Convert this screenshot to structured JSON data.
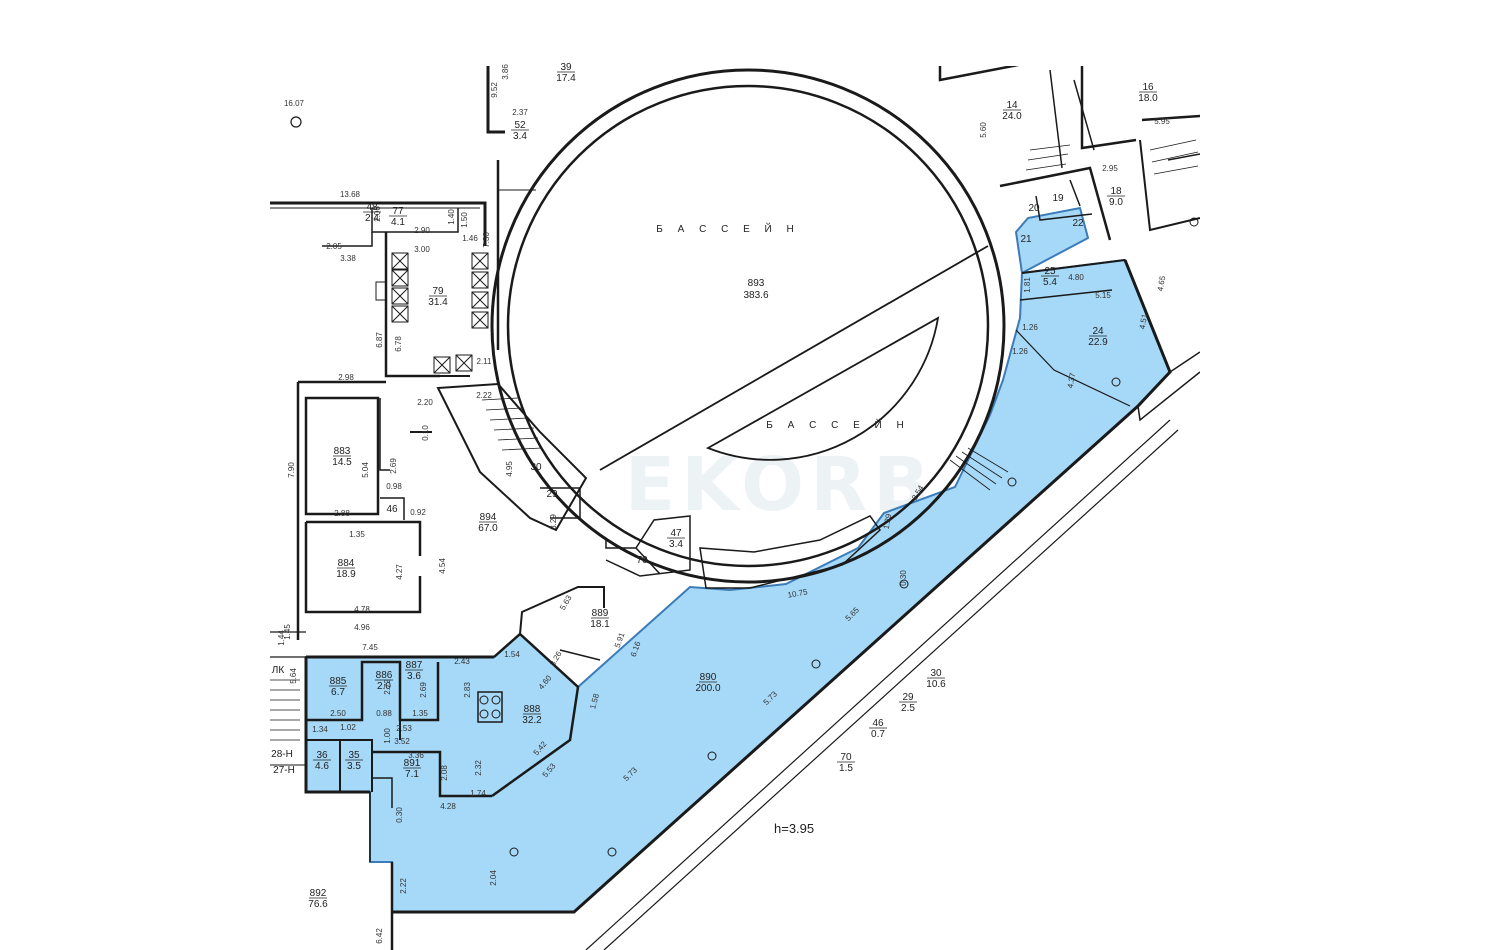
{
  "watermark": "EKORB",
  "ceiling_height": "h=3.95",
  "pool": {
    "label_upper": "Б А С С Е Й Н",
    "label_lower": "Б А С С Е Й Н",
    "number": "893",
    "area": "383.6"
  },
  "colors": {
    "highlight_fill": "#a6d8f7",
    "highlight_stroke": "#3a7bb8",
    "wall": "#1a1a1a",
    "watermark": "#dfe8ee"
  },
  "rooms": [
    {
      "id": "890",
      "num": "890",
      "area": "200.0"
    },
    {
      "id": "888",
      "num": "888",
      "area": "32.2"
    },
    {
      "id": "889",
      "num": "889",
      "area": "18.1"
    },
    {
      "id": "885",
      "num": "885",
      "area": "6.7"
    },
    {
      "id": "886",
      "num": "886",
      "area": "2.0"
    },
    {
      "id": "887",
      "num": "887",
      "area": "3.6"
    },
    {
      "id": "891",
      "num": "891",
      "area": "7.1"
    },
    {
      "id": "36",
      "num": "36",
      "area": "4.6"
    },
    {
      "id": "35",
      "num": "35",
      "area": "3.5"
    },
    {
      "id": "892",
      "num": "892",
      "area": "76.6"
    },
    {
      "id": "883",
      "num": "883",
      "area": "14.5"
    },
    {
      "id": "884",
      "num": "884",
      "area": "18.9"
    },
    {
      "id": "894",
      "num": "894",
      "area": "67.0"
    },
    {
      "id": "79",
      "num": "79",
      "area": "31.4"
    },
    {
      "id": "77",
      "num": "77",
      "area": "4.1"
    },
    {
      "id": "48",
      "num": "48",
      "area": "2.4"
    },
    {
      "id": "52",
      "num": "52",
      "area": "3.4"
    },
    {
      "id": "39",
      "num": "39",
      "area": "17.4"
    },
    {
      "id": "47",
      "num": "47",
      "area": "3.4"
    },
    {
      "id": "24",
      "num": "24",
      "area": "22.9"
    },
    {
      "id": "25",
      "num": "25",
      "area": "5.4"
    },
    {
      "id": "14",
      "num": "14",
      "area": "24.0"
    },
    {
      "id": "16",
      "num": "16",
      "area": "18.0"
    },
    {
      "id": "18",
      "num": "18",
      "area": "9.0"
    },
    {
      "id": "30o",
      "num": "30",
      "area": "10.6"
    },
    {
      "id": "29o",
      "num": "29",
      "area": "2.5"
    },
    {
      "id": "46o",
      "num": "46",
      "area": "0.7"
    },
    {
      "id": "70o",
      "num": "70",
      "area": "1.5"
    }
  ],
  "small_labels": {
    "r30": "30",
    "r29": "29",
    "r46": "46",
    "r70": "70",
    "r20": "20",
    "r19": "19",
    "r21": "21",
    "r22": "22",
    "r28n": "28-Н",
    "r27n": "27-Н",
    "rlk": "ЛК"
  },
  "dims": [
    "16.07",
    "13.68",
    "9.52",
    "3.86",
    "2.37",
    "2.06",
    "2.90",
    "1.40",
    "1.50",
    "1.46",
    "3.00",
    "2.05",
    "3.38",
    "7.36",
    "6.87",
    "6.78",
    "2.11",
    "2.98",
    "2.22",
    "2.20",
    "0.10",
    "7.90",
    "5.04",
    "2.69",
    "0.98",
    "2.88",
    "0.92",
    "1.35",
    "4.95",
    "3.29",
    "4.27",
    "4.54",
    "4.78",
    "4.96",
    "1.45",
    "1.44",
    "7.45",
    "5.63",
    "5.91",
    "3.26",
    "6.16",
    "1.54",
    "2.43",
    "4.60",
    "1.58",
    "2.72",
    "2.69",
    "2.83",
    "2.50",
    "1.35",
    "0.88",
    "2.53",
    "3.52",
    "3.36",
    "2.08",
    "2.32",
    "5.42",
    "5.53",
    "1.74",
    "4.28",
    "1.34",
    "1.02",
    "1.00",
    "0.30",
    "10.75",
    "5.65",
    "5.73",
    "5.73",
    "2.04",
    "2.22",
    "1.26",
    "1.26",
    "4.37",
    "4.51",
    "4.80",
    "5.15",
    "1.81",
    "4.65",
    "2.95",
    "5.60",
    "5.95",
    "0.30",
    "6.42",
    "1.29",
    "2.54",
    "5.64"
  ]
}
